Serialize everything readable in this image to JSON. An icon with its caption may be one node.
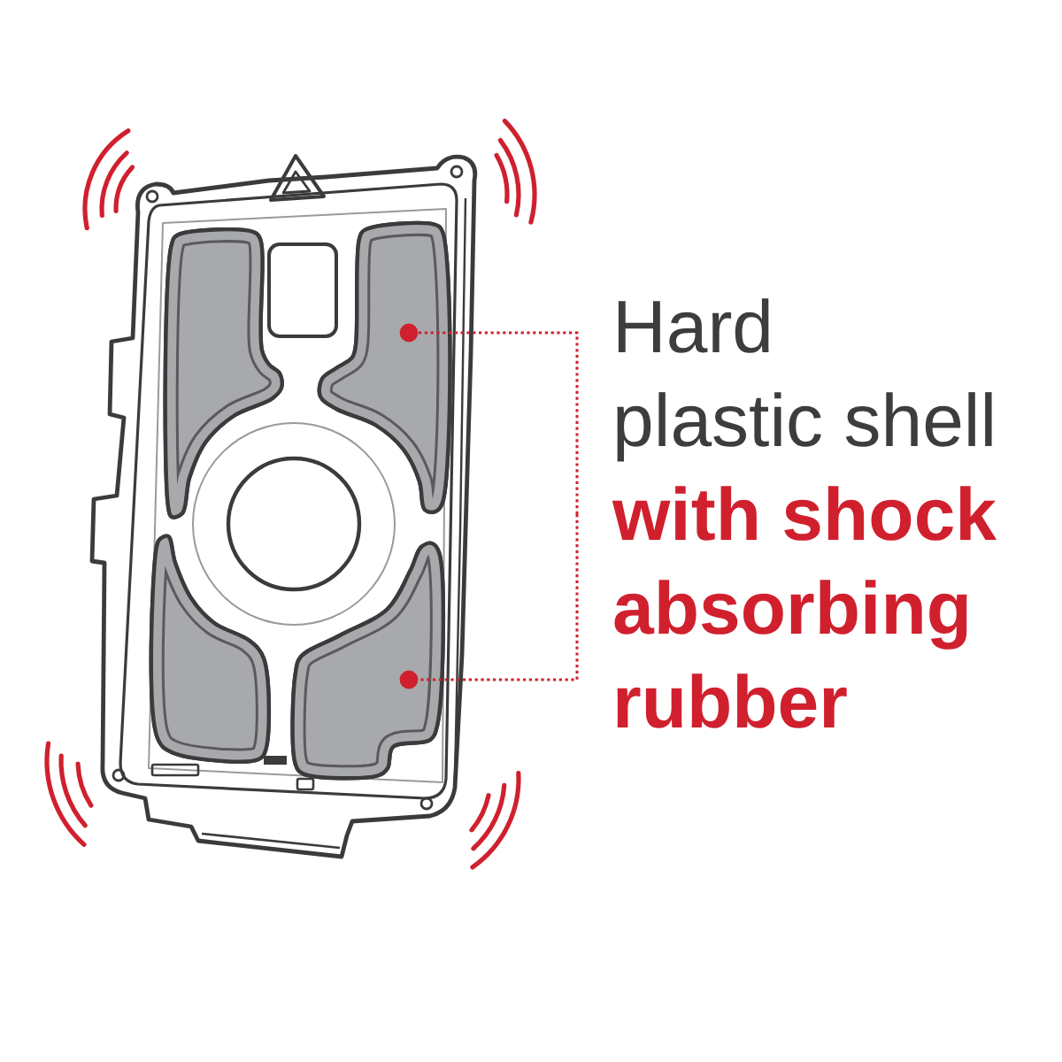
{
  "diagram": {
    "nodes": [
      {
        "text": [
          "Hard plastic shell **with shock absorbing rubber**"
        ]
      },
      {
        "text": [],
        "shape": "picture"
      },
      {
        "text": [],
        "shape": "picture"
      }
    ],
    "edges": [
      {
        "from": 0,
        "to": 1,
        "arrow": "other",
        "style": "dashed"
      },
      {
        "from": 0,
        "to": 2,
        "arrow": "other",
        "style": "dashed"
      }
    ]
  }
}
